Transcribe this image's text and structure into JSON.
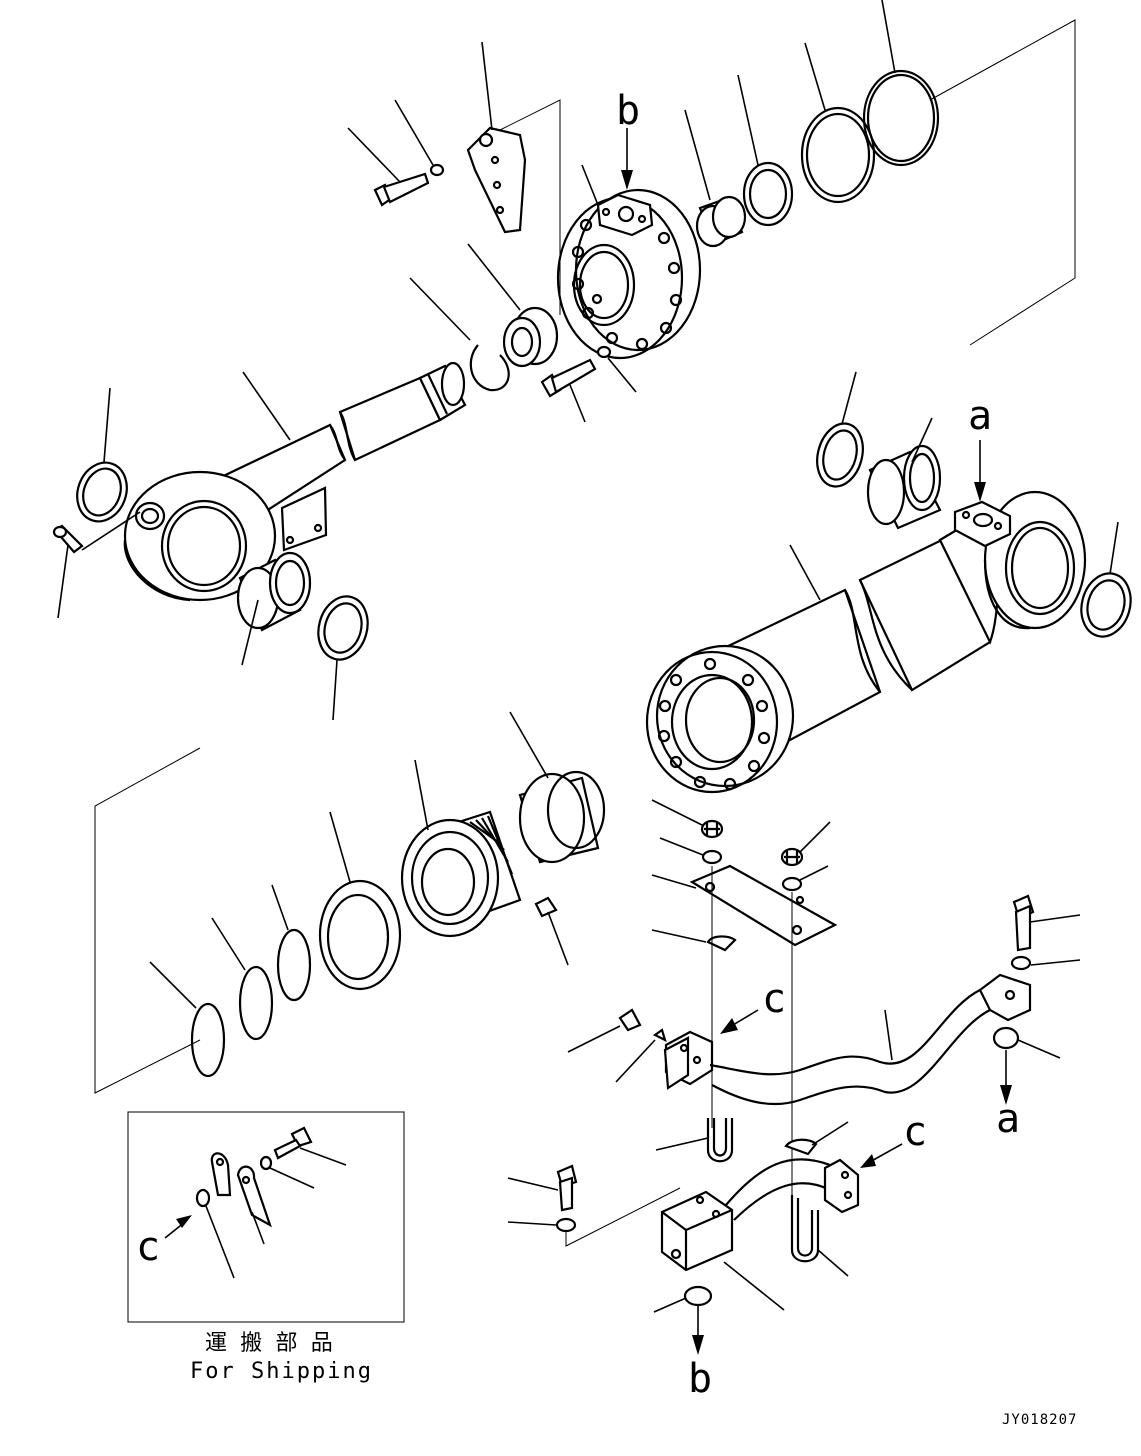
{
  "diagram": {
    "callouts": {
      "a_top": "a",
      "a_bottom": "a",
      "b_top": "b",
      "b_bottom": "b",
      "c_pipe": "c",
      "c_right": "c",
      "c_inset": "c"
    },
    "shipping_caption_ja": "運 搬 部 品",
    "shipping_caption_en": "For Shipping",
    "drawing_number": "JY018207"
  }
}
